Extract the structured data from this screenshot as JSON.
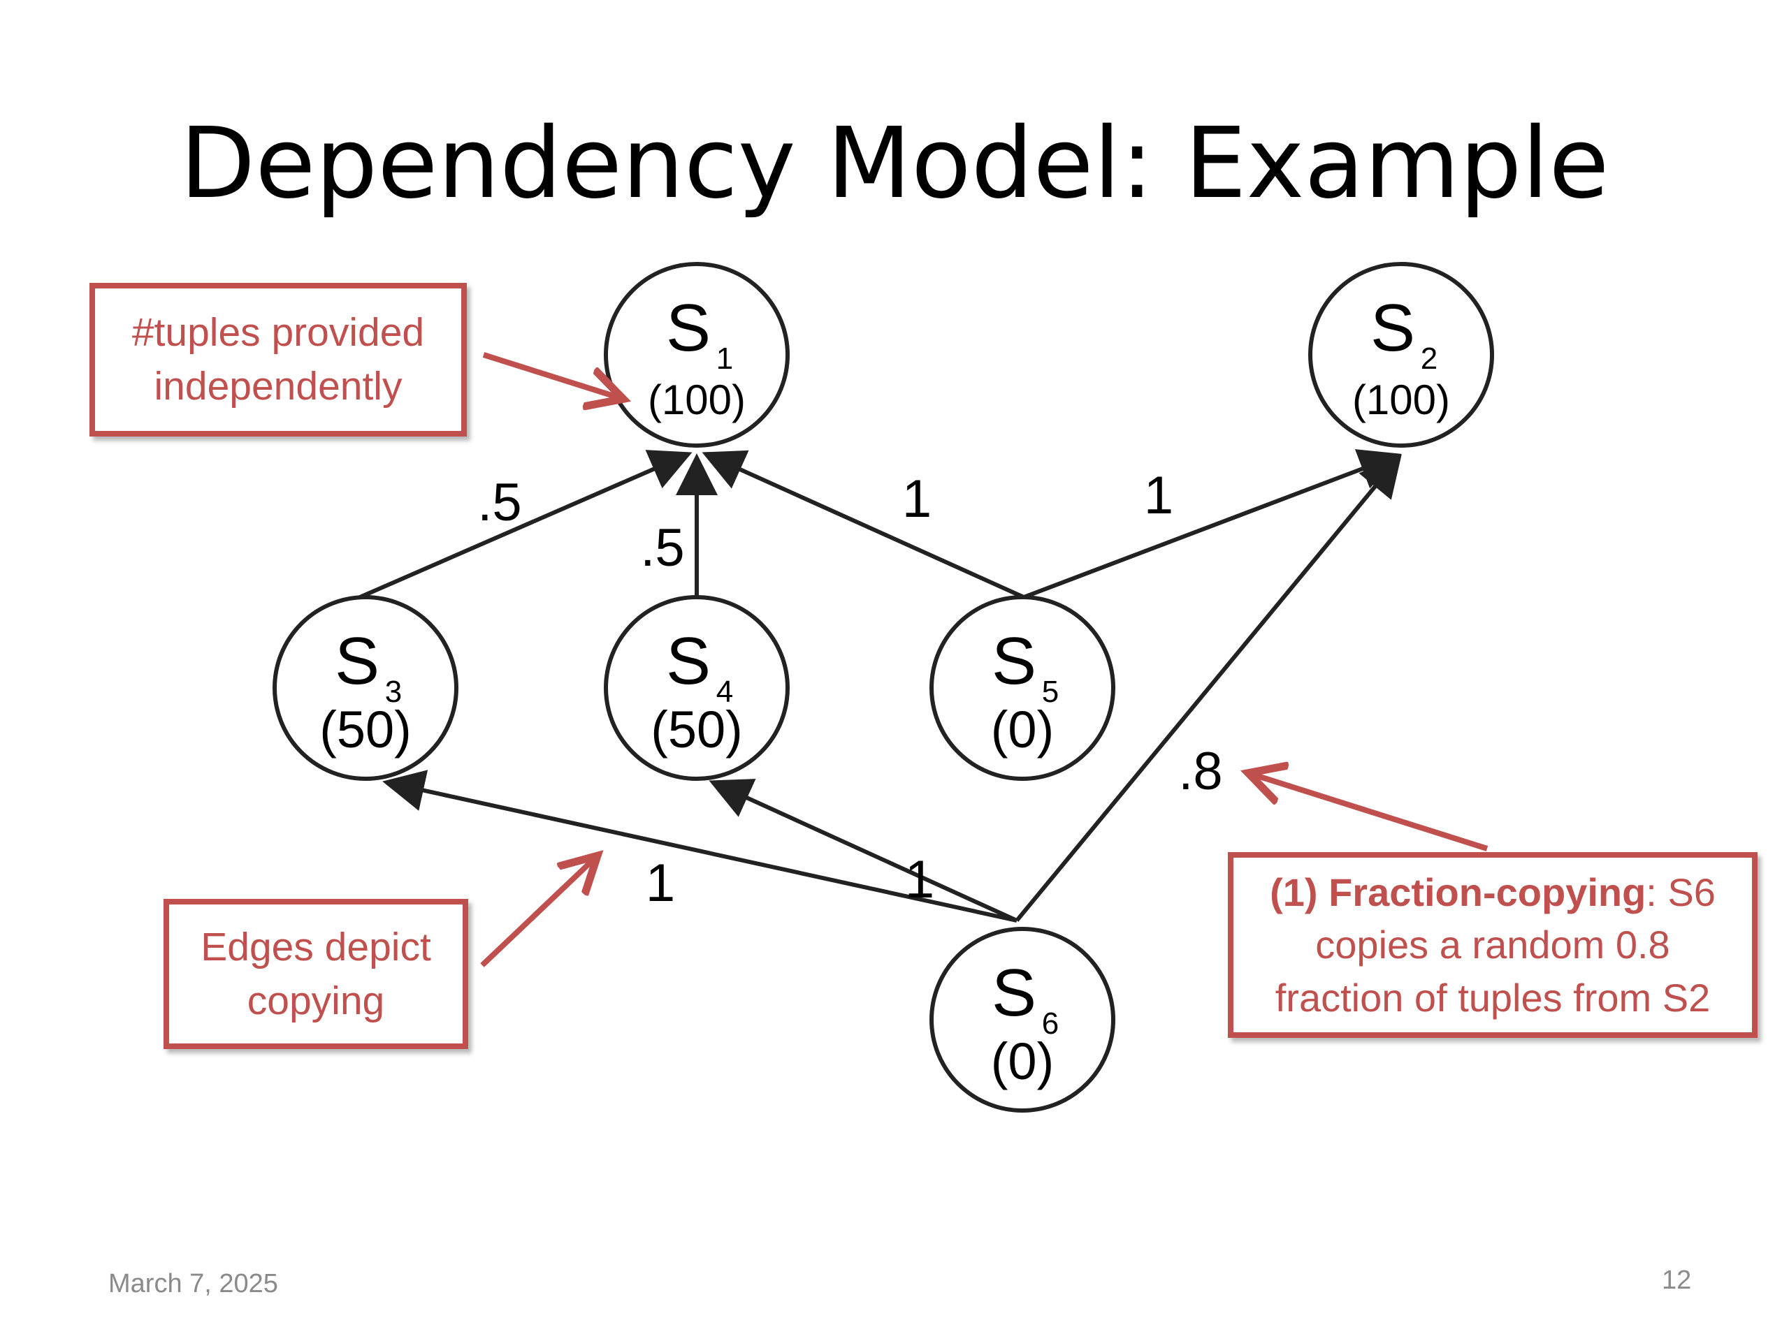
{
  "slide": {
    "title": "Dependency Model: Example",
    "date": "March 7, 2025",
    "page_number": "12"
  },
  "nodes": [
    {
      "id": "S1",
      "letter": "S",
      "sub": "1",
      "count": "(100)"
    },
    {
      "id": "S2",
      "letter": "S",
      "sub": "2",
      "count": "(100)"
    },
    {
      "id": "S3",
      "letter": "S",
      "sub": "3",
      "count": "(50)"
    },
    {
      "id": "S4",
      "letter": "S",
      "sub": "4",
      "count": "(50)"
    },
    {
      "id": "S5",
      "letter": "S",
      "sub": "5",
      "count": "(0)"
    },
    {
      "id": "S6",
      "letter": "S",
      "sub": "6",
      "count": "(0)"
    }
  ],
  "edges": [
    {
      "from": "S3",
      "to": "S1",
      "label": ".5"
    },
    {
      "from": "S4",
      "to": "S1",
      "label": ".5"
    },
    {
      "from": "S5",
      "to": "S1",
      "label": "1"
    },
    {
      "from": "S5",
      "to": "S2",
      "label": "1"
    },
    {
      "from": "S6",
      "to": "S3",
      "label": "1"
    },
    {
      "from": "S6",
      "to": "S4",
      "label": "1"
    },
    {
      "from": "S6",
      "to": "S2",
      "label": ".8"
    }
  ],
  "callouts": {
    "tuples": {
      "line1": "#tuples provided",
      "line2": "independently"
    },
    "edges": {
      "line1": "Edges depict",
      "line2": "copying"
    },
    "fraction": {
      "bold": "(1) Fraction-copying",
      "rest": ": S6",
      "line2": "copies a random 0.8",
      "line3": "fraction of tuples from S2"
    }
  },
  "colors": {
    "accent": "#c0504d",
    "node_stroke": "#222222",
    "edge": "#222222"
  }
}
